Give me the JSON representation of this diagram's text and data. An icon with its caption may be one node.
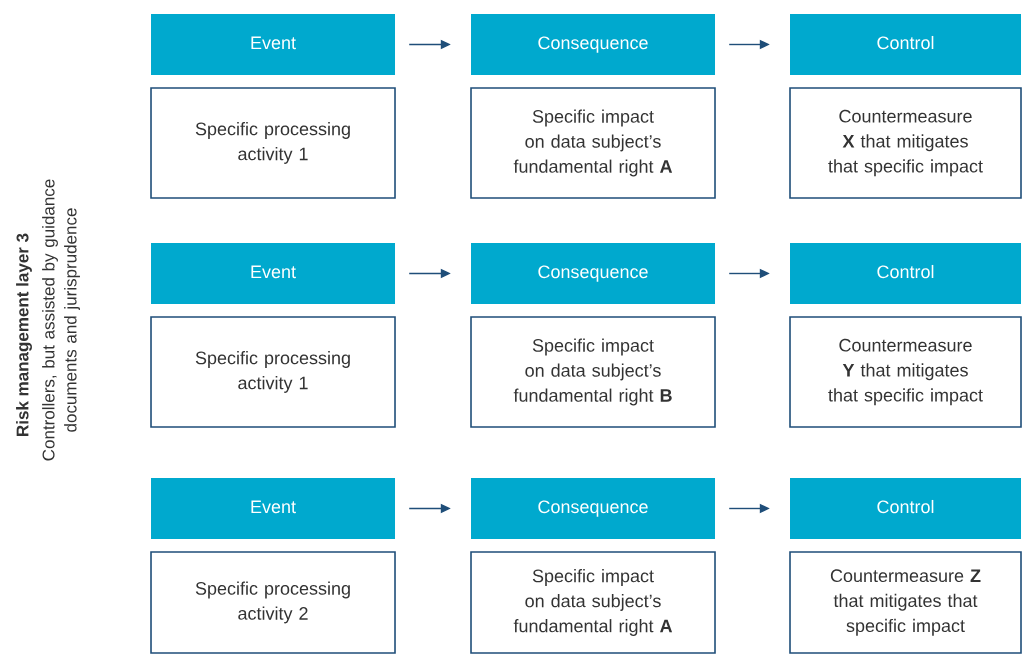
{
  "diagram": {
    "nodes": [
      {
        "text": [
          "Event"
        ]
      },
      {
        "text": [
          "Specific processing activity 1"
        ]
      },
      {
        "text": [
          "Consequence"
        ]
      },
      {
        "text": [
          "Specific impact on data subject’s fundamental right **A**"
        ]
      },
      {
        "text": [
          "Control"
        ]
      },
      {
        "text": [
          "Countermeasure **X** that mitigates that specific impact"
        ]
      },
      {
        "text": [
          "Event"
        ]
      },
      {
        "text": [
          "Specific processing activity 1"
        ]
      },
      {
        "text": [
          "Consequence"
        ]
      },
      {
        "text": [
          "Specific impact on data subject’s fundamental right **B**"
        ]
      },
      {
        "text": [
          "Control"
        ]
      },
      {
        "text": [
          "Countermeasure **Y** that mitigates that specific impact"
        ]
      },
      {
        "text": [
          "Event"
        ]
      },
      {
        "text": [
          "Specific processing activity 2"
        ]
      },
      {
        "text": [
          "Consequence"
        ]
      },
      {
        "text": [
          "Specific impact on data subject’s fundamental right **A**"
        ]
      },
      {
        "text": [
          "Control"
        ]
      },
      {
        "text": [
          "Countermeasure **Z** that mitigates that specific impact"
        ]
      }
    ],
    "edges": [
      {
        "from": 0,
        "to": 2,
        "arrow": "to"
      },
      {
        "from": 2,
        "to": 4,
        "arrow": "to"
      },
      {
        "from": 6,
        "to": 8,
        "arrow": "to"
      },
      {
        "from": 8,
        "to": 10,
        "arrow": "to"
      },
      {
        "from": 12,
        "to": 14,
        "arrow": "to"
      },
      {
        "from": 14,
        "to": 16,
        "arrow": "to"
      }
    ],
    "labels": [
      "Risk management layer 3",
      "Controllers, but assisted by guidance documents and jurisprudence"
    ]
  }
}
